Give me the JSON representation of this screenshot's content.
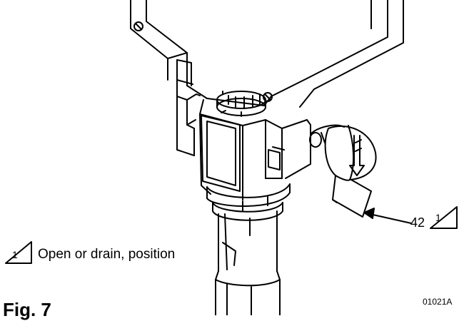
{
  "figure": {
    "title": "Fig. 7",
    "code": "01021A",
    "note_marker": "1",
    "note_text": "Open or drain, position",
    "callout_part": "42",
    "callout_marker": "1"
  },
  "colors": {
    "line": "#000000",
    "background": "#ffffff"
  }
}
